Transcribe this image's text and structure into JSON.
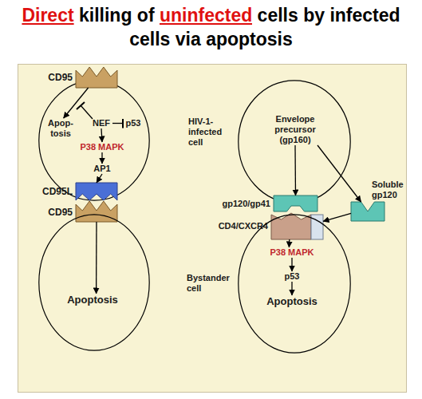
{
  "diagram": {
    "title": "Direct killing of uninfected cells by infected cells via apoptosis",
    "nodes": [
      {
        "text": []
      },
      {
        "text": [
          "CD95"
        ]
      },
      {
        "text": [
          "Apop- tosis"
        ],
        "in": 0
      },
      {
        "text": [
          "NEF"
        ],
        "in": 0
      },
      {
        "text": [
          "p53"
        ],
        "in": 0
      },
      {
        "text": [
          "P38 MAPK"
        ],
        "in": 0
      },
      {
        "text": [
          "AP1"
        ],
        "in": 0
      },
      {
        "text": [
          "CD95L"
        ]
      },
      {
        "text": [
          "CD95"
        ]
      },
      {
        "text": []
      },
      {
        "text": [
          "Apoptosis"
        ],
        "in": 9
      },
      {
        "text": [
          "HIV-1- infected cell"
        ]
      },
      {
        "text": [
          "Envelope precursor (gp160)"
        ],
        "in": 11
      },
      {
        "text": [
          "gp120/gp41"
        ]
      },
      {
        "text": [
          "Soluble gp120"
        ]
      },
      {
        "text": [
          "CD4/CXCR4"
        ]
      },
      {
        "text": [
          "Bystander cell"
        ]
      },
      {
        "text": [
          "P38 MAPK"
        ],
        "in": 16
      },
      {
        "text": [
          "p53"
        ],
        "in": 16
      },
      {
        "text": [
          "Apoptosis"
        ],
        "in": 16
      }
    ],
    "edges": [
      {
        "from": 1,
        "to": 2,
        "arrow": "to"
      },
      {
        "from": 3,
        "to": 4,
        "arrow": "to"
      },
      {
        "from": 3,
        "to": 5,
        "arrow": "to"
      },
      {
        "from": 5,
        "to": 6,
        "arrow": "to"
      },
      {
        "from": 6,
        "to": 7,
        "arrow": "to"
      },
      {
        "from": 8,
        "to": 10,
        "arrow": "to"
      },
      {
        "from": 12,
        "to": 13,
        "arrow": "to"
      },
      {
        "from": 12,
        "to": 14,
        "arrow": "to"
      },
      {
        "from": 14,
        "to": 15,
        "arrow": "to"
      },
      {
        "from": 15,
        "to": 17,
        "arrow": "to"
      },
      {
        "from": 17,
        "to": 18,
        "arrow": "to"
      },
      {
        "from": 18,
        "to": 19,
        "arrow": "to"
      }
    ]
  }
}
